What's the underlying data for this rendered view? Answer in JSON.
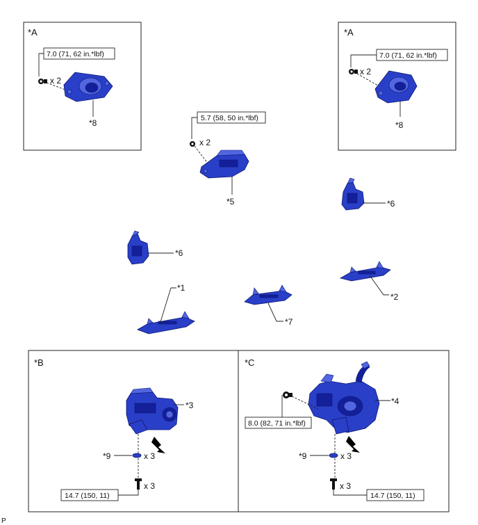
{
  "boxes": {
    "a_left": {
      "label": "*A",
      "torque": "7.0 (71, 62 in.*lbf)",
      "qty": "x 2",
      "part": "*8"
    },
    "a_right": {
      "label": "*A",
      "torque": "7.0 (71, 62 in.*lbf)",
      "qty": "x 2",
      "part": "*8"
    },
    "b": {
      "label": "*B",
      "part": "*3",
      "washer_label": "*9",
      "washer_qty": "x 3",
      "bolt_qty": "x 3",
      "bolt_torque": "14.7 (150, 11)"
    },
    "c": {
      "label": "*C",
      "part": "*4",
      "nut_torque": "8.0 (82, 71 in.*lbf)",
      "washer_label": "*9",
      "washer_qty": "x 3",
      "bolt_qty": "x 3",
      "bolt_torque": "14.7 (150, 11)"
    }
  },
  "center": {
    "part5": {
      "torque": "5.7 (58, 50 in.*lbf)",
      "qty": "x 2",
      "label": "*5"
    },
    "part6_right": "*6",
    "part6_left": "*6",
    "part1": "*1",
    "part2": "*2",
    "part7": "*7"
  },
  "footer": "P"
}
